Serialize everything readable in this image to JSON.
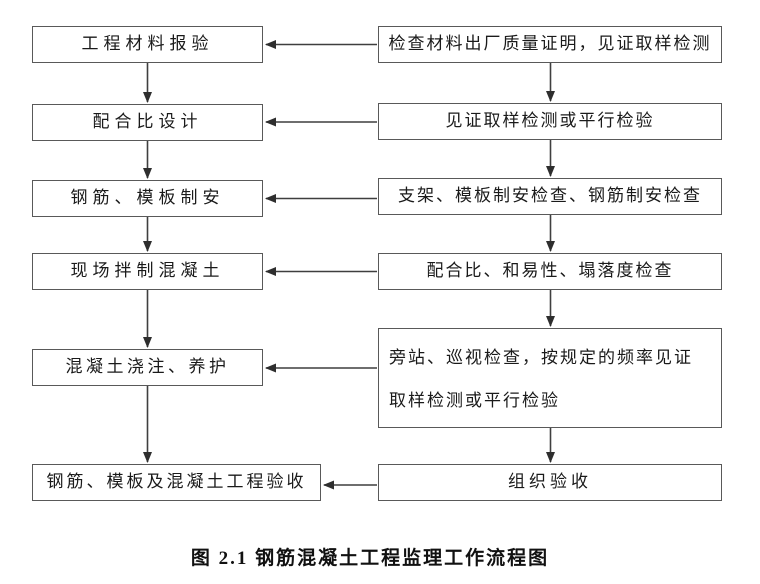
{
  "figure": {
    "caption": "图 2.1  钢筋混凝土工程监理工作流程图"
  },
  "flowchart": {
    "left_column": [
      {
        "label": "工程材料报验"
      },
      {
        "label": "配合比设计"
      },
      {
        "label": "钢筋、模板制安"
      },
      {
        "label": "现场拌制混凝土"
      },
      {
        "label": "混凝土浇注、养护"
      },
      {
        "label": "钢筋、模板及混凝土工程验收"
      }
    ],
    "right_column": [
      {
        "label": "检查材料出厂质量证明，见证取样检测"
      },
      {
        "label": "见证取样检测或平行检验"
      },
      {
        "label": "支架、模板制安检查、钢筋制安检查"
      },
      {
        "label": "配合比、和易性、塌落度检查"
      },
      {
        "label": "旁站、巡视检查，按规定的频率见证取样检测或平行检验"
      },
      {
        "label": "组织验收"
      }
    ],
    "colors": {
      "border": "#595959",
      "arrow_line": "#3f3f3f",
      "text": "#1a1a1a",
      "background": "#ffffff"
    }
  }
}
